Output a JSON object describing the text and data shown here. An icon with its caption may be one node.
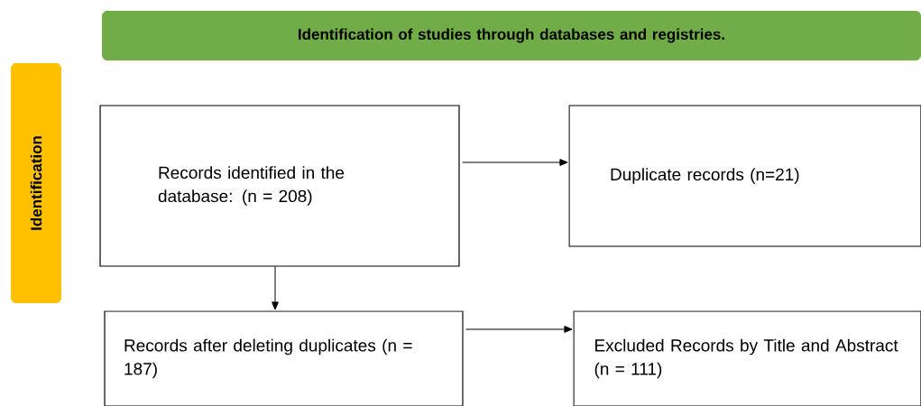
{
  "diagram": {
    "nodes": [
      {
        "text": [
          "Identification of studies through databases and registries."
        ]
      },
      {
        "text": [
          "Identification"
        ]
      },
      {
        "text": [
          "Records identified in the database: (n = 208)"
        ]
      },
      {
        "text": [
          "Duplicate records (n=21)"
        ]
      },
      {
        "text": [
          "Records after deleting duplicates (n = 187)"
        ]
      },
      {
        "text": [
          "Excluded Records by Title and Abstract (n = 111)"
        ]
      }
    ],
    "edges": [
      {
        "from": 2,
        "to": 3,
        "arrow": "to"
      },
      {
        "from": 2,
        "to": 4,
        "arrow": "to"
      },
      {
        "from": 4,
        "to": 5,
        "arrow": "to"
      }
    ]
  }
}
